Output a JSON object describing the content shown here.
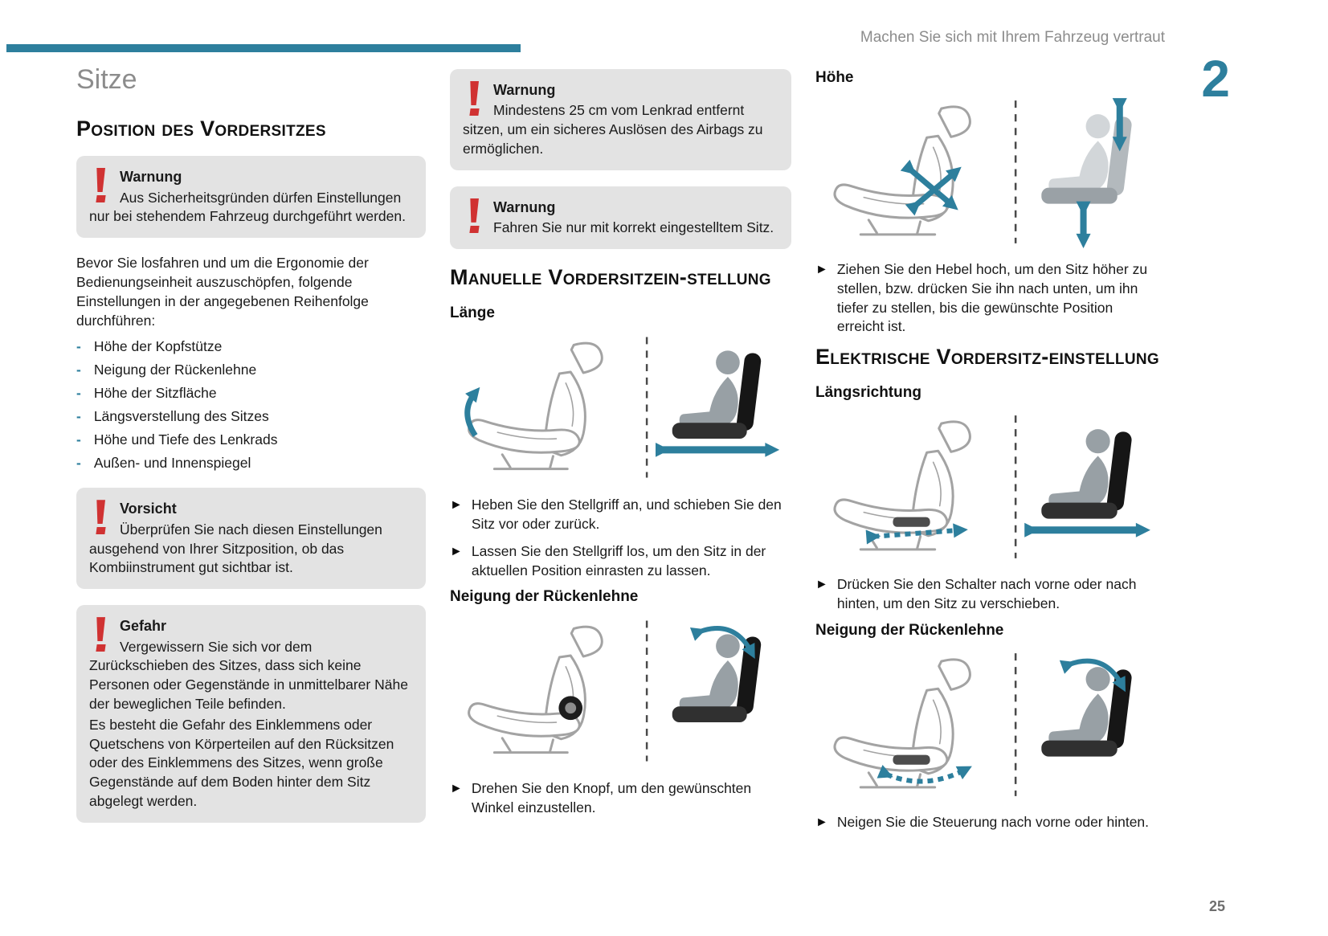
{
  "page": {
    "header": "Machen Sie sich mit Ihrem Fahrzeug vertraut",
    "chapter_number": "2",
    "page_number": "25",
    "accent_color": "#2d7f9d",
    "danger_color": "#d03232"
  },
  "icons": {
    "step_bullet": "►",
    "dash_bullet": "-",
    "warning": "exclamation-icon"
  },
  "col1": {
    "title": "Sitze",
    "section_heading": "Position des Vordersitzes",
    "warning_box": {
      "title": "Warnung",
      "text": "Aus Sicherheitsgründen dürfen Einstellungen nur bei stehendem Fahrzeug durchgeführt werden."
    },
    "intro": "Bevor Sie losfahren und um die Ergonomie der Bedienungseinheit auszuschöpfen, folgende Einstellungen in der angegebenen Reihenfolge durchführen:",
    "list": [
      "Höhe der Kopfstütze",
      "Neigung der Rückenlehne",
      "Höhe der Sitzfläche",
      "Längsverstellung des Sitzes",
      "Höhe und Tiefe des Lenkrads",
      "Außen- und Innenspiegel"
    ],
    "caution_box": {
      "title": "Vorsicht",
      "text": "Überprüfen Sie nach diesen Einstellungen ausgehend von Ihrer Sitzposition, ob das Kombiinstrument gut sichtbar ist."
    },
    "danger_box": {
      "title": "Gefahr",
      "text1": "Vergewissern Sie sich vor dem Zurückschieben des Sitzes, dass sich keine Personen oder Gegenstände in unmittelbarer Nähe der beweglichen Teile befinden.",
      "text2": "Es besteht die Gefahr des Einklemmens oder Quetschens von Körperteilen auf den Rücksitzen oder des Einklemmens des Sitzes, wenn große Gegenstände auf dem Boden hinter dem Sitz abgelegt werden."
    }
  },
  "col2": {
    "warning_box_airbag": {
      "title": "Warnung",
      "text": "Mindestens 25 cm vom Lenkrad entfernt sitzen, um ein sicheres Auslösen des Airbags zu ermöglichen."
    },
    "warning_box_seat": {
      "title": "Warnung",
      "text": "Fahren Sie nur mit korrekt eingestelltem Sitz."
    },
    "section_heading": "Manuelle Vordersitzein-stellung",
    "sub_laenge": "Länge",
    "steps_laenge": [
      "Heben Sie den Stellgriff an, und schieben Sie den Sitz vor oder zurück.",
      "Lassen Sie den Stellgriff los, um den Sitz in der aktuellen Position einrasten zu lassen."
    ],
    "sub_neigung": "Neigung der Rückenlehne",
    "steps_neigung": [
      "Drehen Sie den Knopf, um den gewünschten Winkel einzustellen."
    ]
  },
  "col3": {
    "sub_hoehe": "Höhe",
    "steps_hoehe": [
      "Ziehen Sie den Hebel hoch, um den Sitz höher zu stellen, bzw. drücken Sie ihn nach unten, um ihn tiefer zu stellen, bis die gewünschte Position erreicht ist."
    ],
    "section_heading": "Elektrische Vordersitz-einstellung",
    "sub_laengsrichtung": "Längsrichtung",
    "steps_laengsrichtung": [
      "Drücken Sie den Schalter nach vorne oder nach hinten, um den Sitz zu verschieben."
    ],
    "sub_neigung": "Neigung der Rückenlehne",
    "steps_neigung": [
      "Neigen Sie die Steuerung nach vorne oder hinten."
    ]
  }
}
